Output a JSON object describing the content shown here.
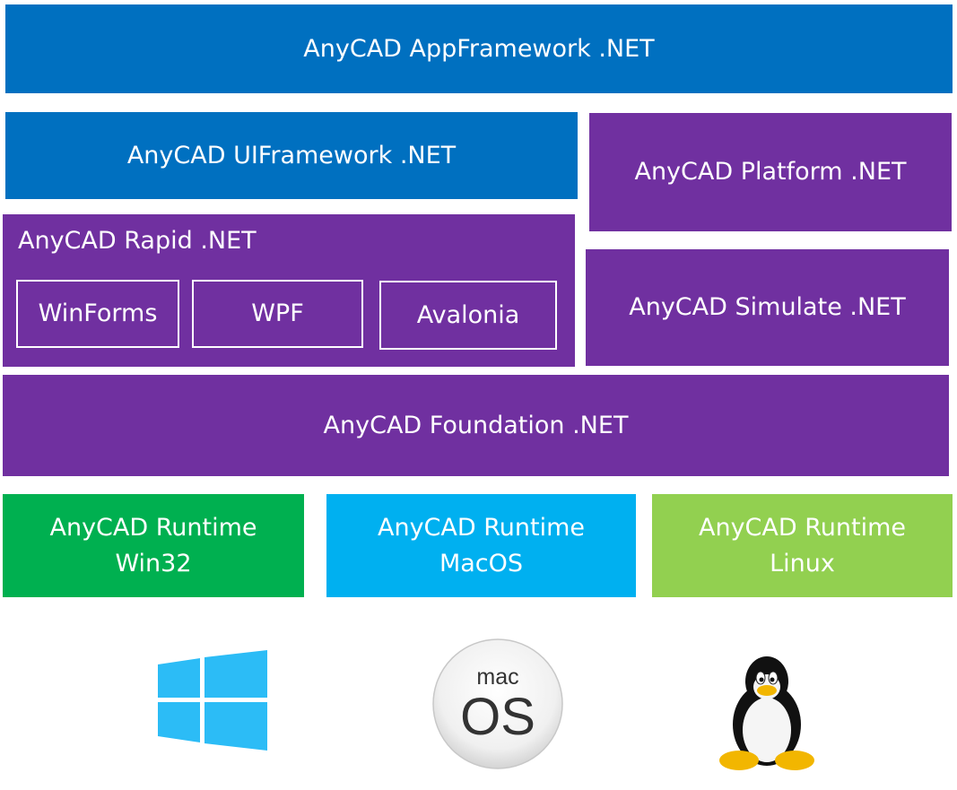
{
  "blocks": {
    "app_framework": "AnyCAD AppFramework .NET",
    "ui_framework": "AnyCAD UIFramework .NET",
    "platform": "AnyCAD Platform .NET",
    "rapid": {
      "title": "AnyCAD Rapid .NET",
      "items": [
        "WinForms",
        "WPF",
        "Avalonia"
      ]
    },
    "simulate": "AnyCAD Simulate .NET",
    "foundation": "AnyCAD Foundation .NET",
    "runtimes": [
      {
        "line1": "AnyCAD Runtime",
        "line2": "Win32"
      },
      {
        "line1": "AnyCAD Runtime",
        "line2": "MacOS"
      },
      {
        "line1": "AnyCAD Runtime",
        "line2": "Linux"
      }
    ]
  },
  "logos": {
    "windows": "windows-icon",
    "macos": {
      "icon": "macos-icon",
      "top_text": "mac",
      "bottom_text": "OS"
    },
    "linux": "tux-penguin-icon"
  },
  "colors": {
    "blue": "#0070c0",
    "purple": "#7030a0",
    "green": "#00b050",
    "cyan": "#00b0f0",
    "lime": "#92d050",
    "windows_blue": "#2cbcf6"
  }
}
